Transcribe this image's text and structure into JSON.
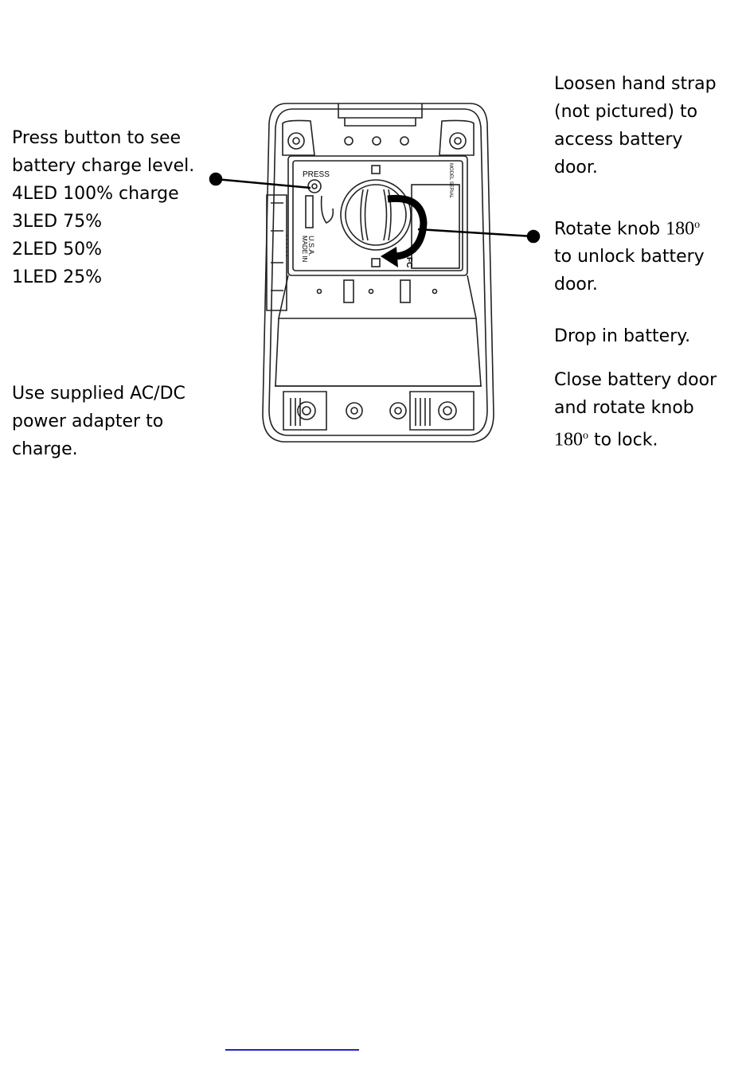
{
  "left_notes": {
    "press_button": "Press button to see",
    "charge_level": "battery charge level.",
    "led4": "4LED 100% charge",
    "led3": "3LED 75%",
    "led2": "2LED 50%",
    "led1": "1LED 25%",
    "adapter_line1": "Use supplied AC/DC",
    "adapter_line2": "power adapter to",
    "adapter_line3": "charge."
  },
  "right_notes": {
    "loosen_line1": "Loosen hand strap",
    "loosen_line2": "(not pictured) to",
    "loosen_line3": "access battery",
    "loosen_line4": "door.",
    "rotate_prefix": "Rotate knob",
    "rotate_degrees": "180",
    "rotate_degree_sign": "o",
    "rotate_line2": "to unlock battery",
    "rotate_line3": "door.",
    "drop": "Drop in battery.",
    "close_line1": "Close battery door",
    "close_line2": "and rotate knob",
    "close_degrees": "180",
    "close_degree_sign": "o",
    "close_suffix": " to lock."
  },
  "device_labels": {
    "press": "PRESS",
    "made_in": "MADE IN",
    "usa": "U.S.A.",
    "model_block": "MODEL SERIAL",
    "fc": "FC"
  },
  "colors": {
    "line_art": "#222222",
    "callout": "#000000",
    "link": "#2222cc"
  }
}
